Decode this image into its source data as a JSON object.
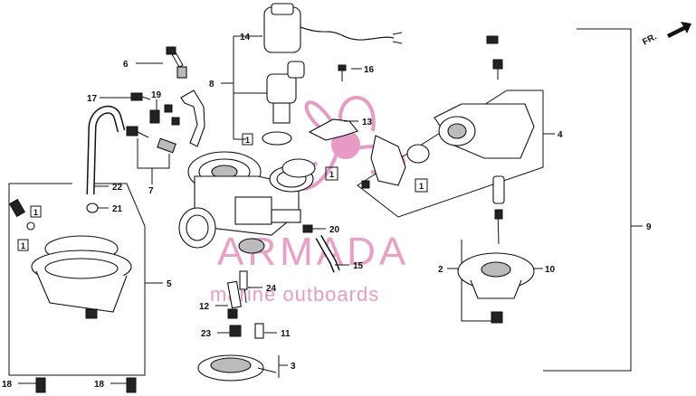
{
  "watermark": {
    "brand": "ARMADA",
    "tagline": "marine outboards"
  },
  "direction_label": "FR.",
  "callouts": [
    "1",
    "2",
    "3",
    "4",
    "5",
    "6",
    "7",
    "8",
    "9",
    "10",
    "11",
    "12",
    "13",
    "14",
    "15",
    "16",
    "17",
    "18",
    "19",
    "20",
    "21",
    "22",
    "23",
    "24"
  ],
  "boxed_label": "1",
  "colors": {
    "line": "#111111",
    "watermark": "#e79bc4"
  }
}
